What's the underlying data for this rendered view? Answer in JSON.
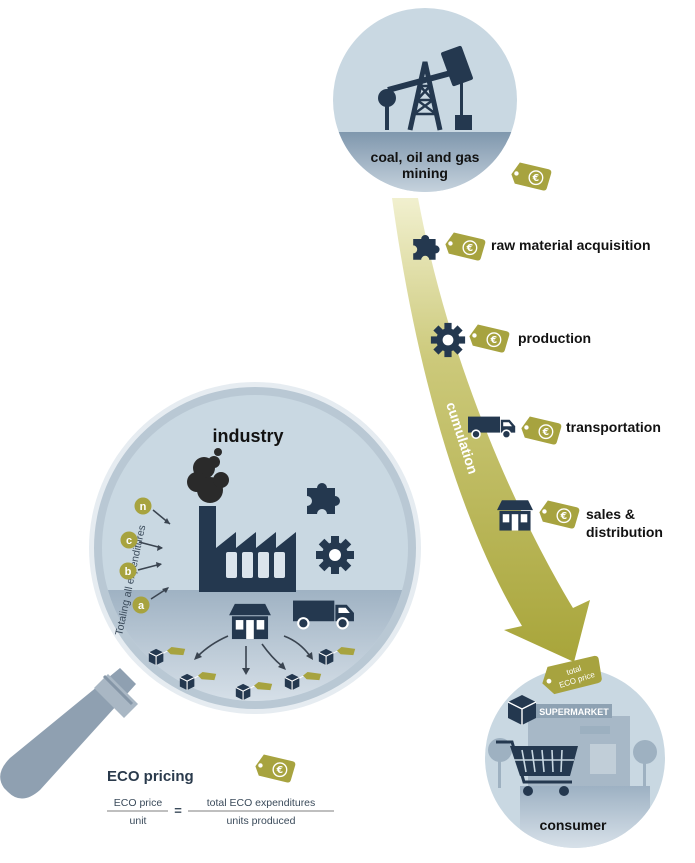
{
  "mining": {
    "label_line1": "coal, oil and gas",
    "label_line2": "mining"
  },
  "steps": {
    "raw_material": "raw material acquisition",
    "production": "production",
    "transportation": "transportation",
    "sales_line1": "sales &",
    "sales_line2": "distribution"
  },
  "arrow_label": "cumulation",
  "industry": {
    "title": "industry",
    "totaling_label": "Totaling all expenditures",
    "inputs": [
      "n",
      "c",
      "b",
      "a"
    ]
  },
  "consumer": {
    "label": "consumer",
    "sign": "SUPERMARKET",
    "tag_line1": "total",
    "tag_line2": "ECO price"
  },
  "formula": {
    "title": "ECO pricing",
    "left_numerator": "ECO price",
    "left_denominator": "unit",
    "equals": "=",
    "right_numerator": "total ECO expenditures",
    "right_denominator": "units produced"
  },
  "colors": {
    "tag": "#a7a33f",
    "dark_icon": "#24384f",
    "circle_fill": "#c9d8e2",
    "ground": "#8ea3b7",
    "arrow": "#b2af45"
  },
  "icons": [
    "price-tag-icon",
    "puzzle-icon",
    "gear-icon",
    "truck-icon",
    "shop-icon",
    "factory-icon",
    "box-icon",
    "shopping-cart-icon",
    "oil-pump-icon",
    "magnifier-icon"
  ]
}
